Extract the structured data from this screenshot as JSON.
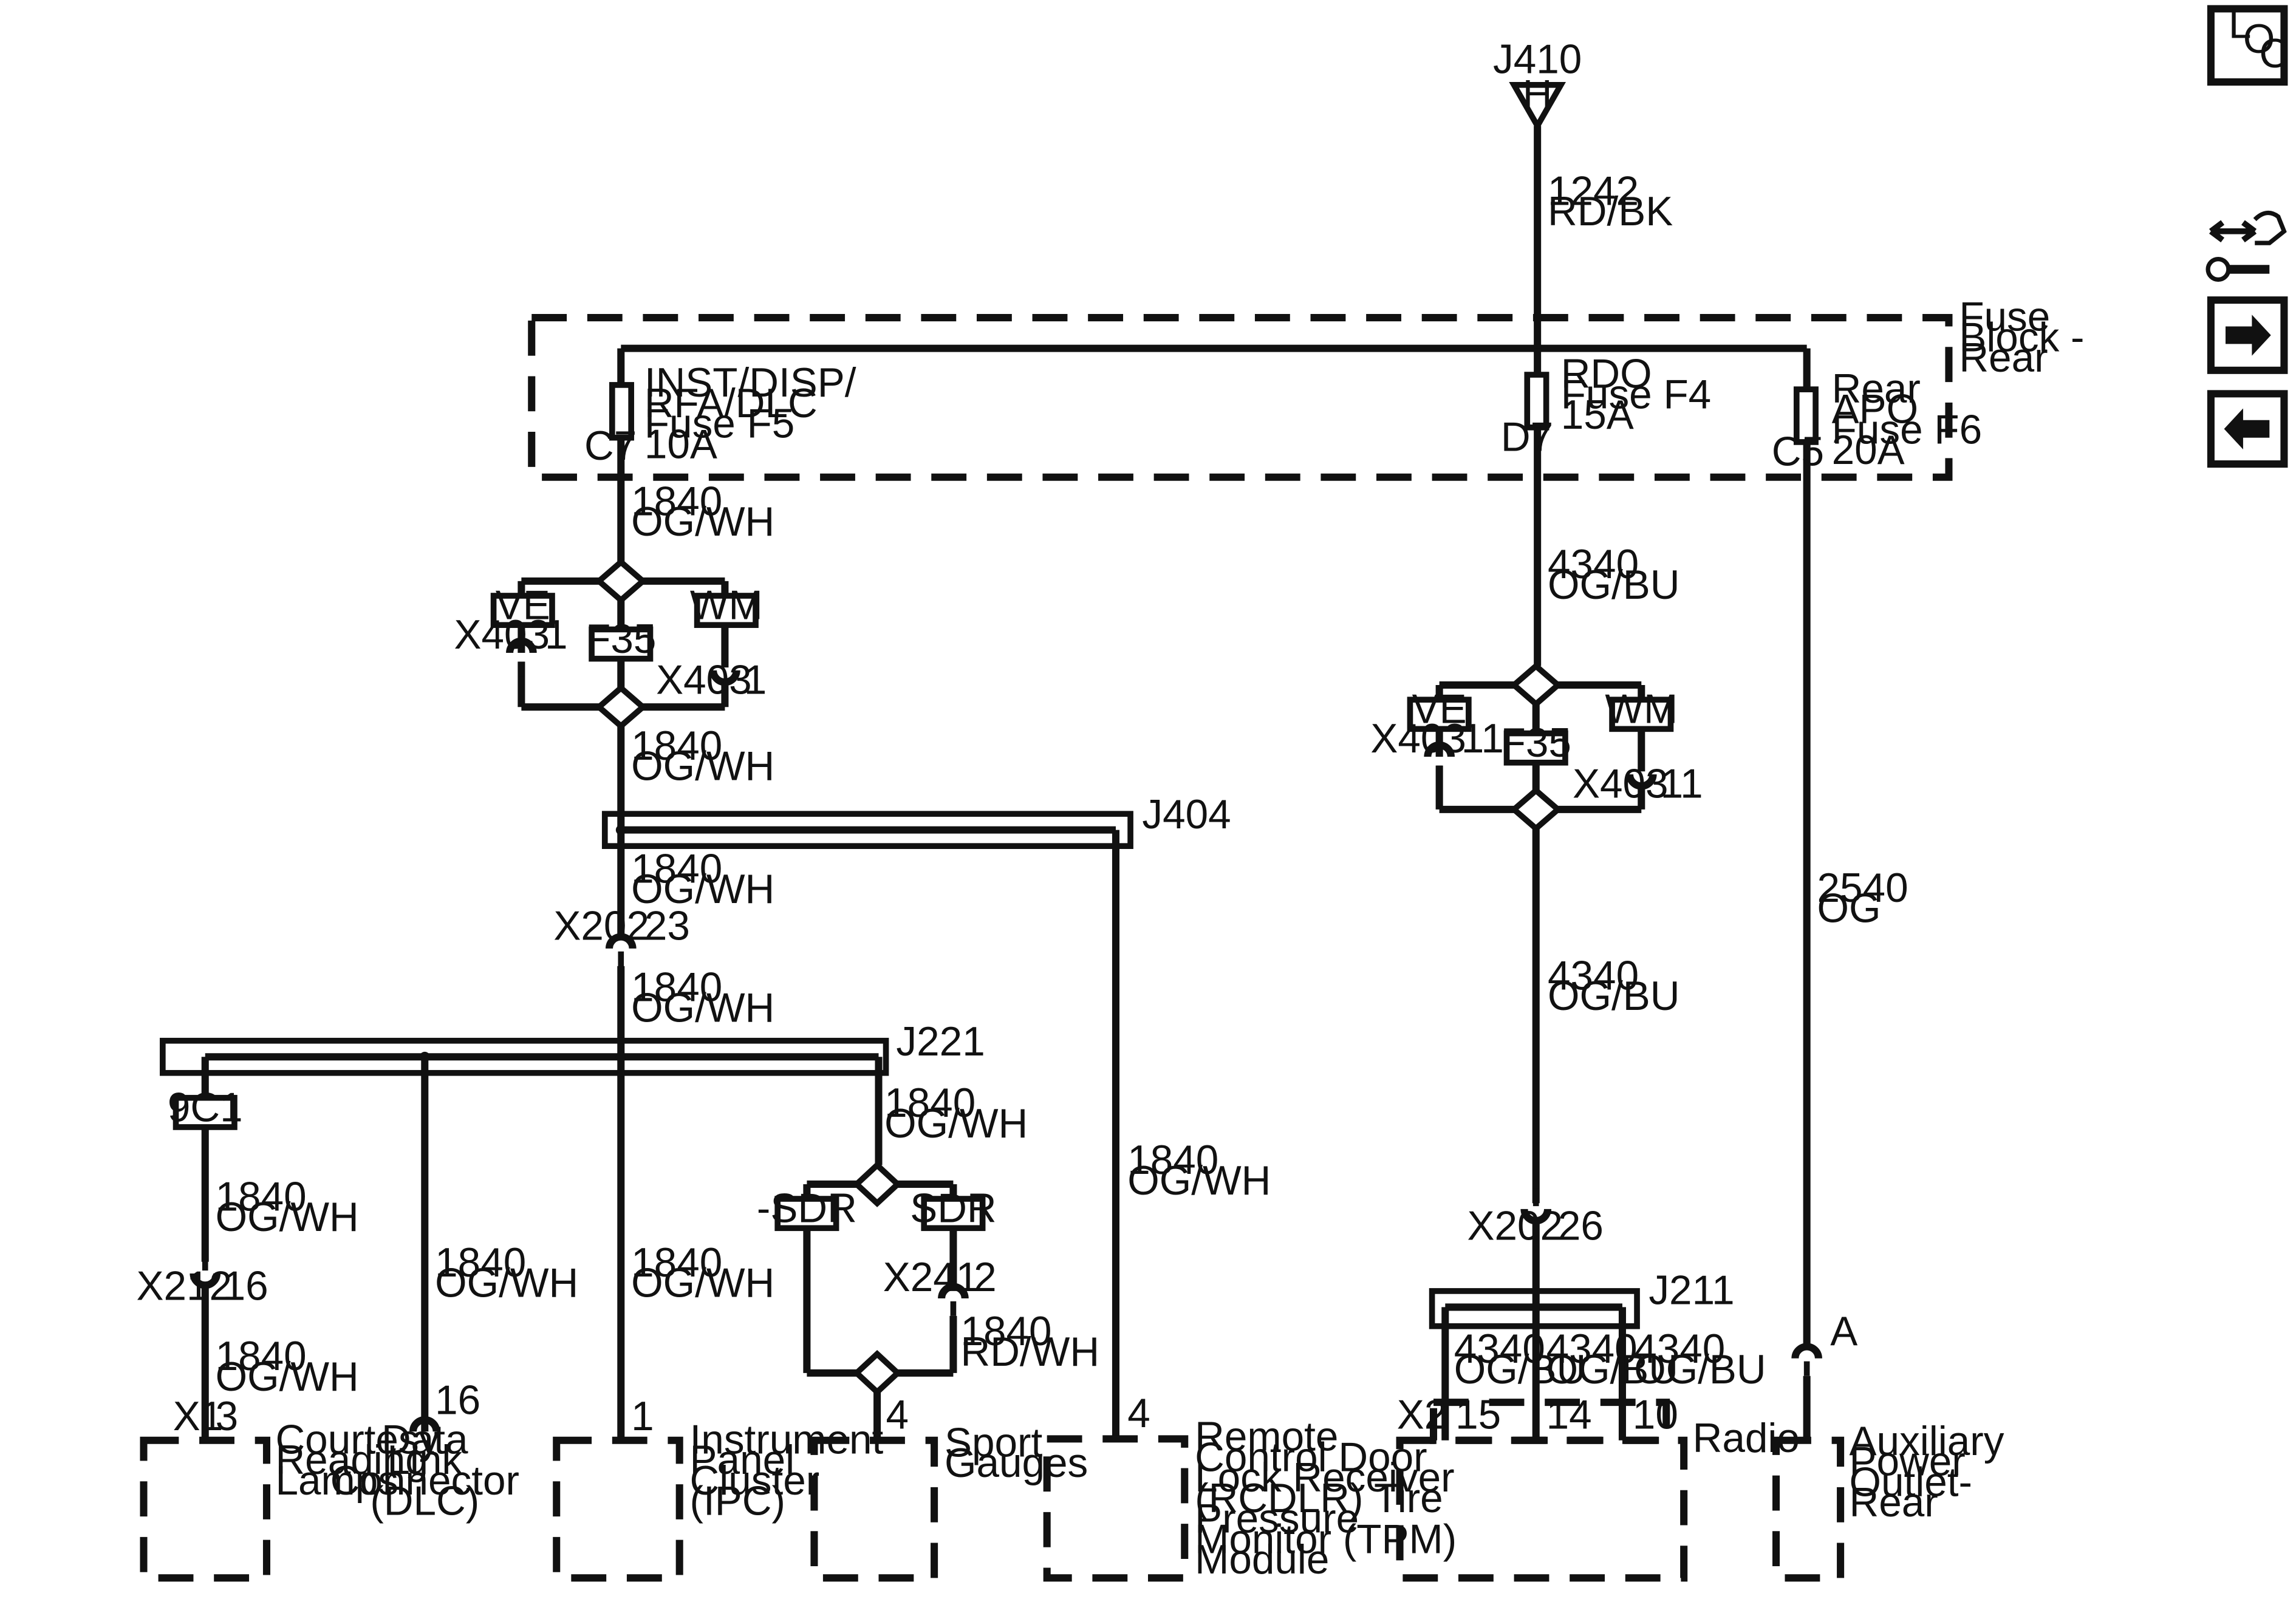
{
  "top_connector": {
    "id": "J410",
    "pin": "H"
  },
  "feed_wire": {
    "circuit": "1242",
    "color": "RD/BK"
  },
  "fuse_block": {
    "label_1": "Fuse",
    "label_2": "Block -",
    "label_3": "Rear",
    "fuses": [
      {
        "lines": [
          "INST/DISP/",
          "RFA/DLC",
          "Fuse F5",
          "10A"
        ],
        "terminal": "C7"
      },
      {
        "lines": [
          "RDO",
          "Fuse F4",
          "15A"
        ],
        "terminal": "D7"
      },
      {
        "lines": [
          "Rear",
          "APO",
          "Fuse F6",
          "20A"
        ],
        "terminal": "C5"
      }
    ]
  },
  "options": {
    "ve": "VE",
    "wm": "WM",
    "f35": "F35",
    "sdr": "SDR",
    "neg_sdr": "-SDR",
    "c9c1": "9C1"
  },
  "wires": {
    "og_wh_circuit": "1840",
    "og_wh_color": "OG/WH",
    "og_bu_circuit": "4340",
    "og_bu_color": "OG/BU",
    "rd_wh_circuit": "1840",
    "rd_wh_color": "RD/WH",
    "og_circuit": "2540",
    "og_color": "OG"
  },
  "connectors": {
    "x403": "X403",
    "x403_pin_a": "1",
    "x403_pin_b": "11",
    "x202": "X202",
    "x202_pin_a": "23",
    "x202_pin_b": "26",
    "x212": "X212",
    "x212_pin": "16",
    "x241": "X241",
    "x241_pin": "2",
    "aux_pin": "A",
    "x1": "X1",
    "x2": "X2"
  },
  "splices": {
    "j404": "J404",
    "j221": "J221",
    "j211": "J211"
  },
  "components": {
    "courtesy": {
      "pin": "3",
      "lines": [
        "Courtesy",
        "Reading",
        "Lamps"
      ]
    },
    "dlc": {
      "pin": "16",
      "lines": [
        "Data",
        "Link",
        "Connector",
        "(DLC)"
      ]
    },
    "ipc": {
      "pin": "1",
      "lines": [
        "Instrument",
        "Panel",
        "Cluster",
        "(IPC)"
      ]
    },
    "gauges": {
      "pin": "4",
      "lines": [
        "Sport",
        "Gauges"
      ]
    },
    "rcdlr": {
      "pin": "4",
      "lines": [
        "Remote",
        "Control Door",
        "Lock Receiver",
        "(RCDLR) Tire",
        "Pressure",
        "Monitor (TPM)",
        "Module"
      ]
    },
    "radio": {
      "label": "Radio",
      "pins": [
        "15",
        "14",
        "10"
      ]
    },
    "aux": {
      "lines": [
        "Auxiliary",
        "Power",
        "Outlet-",
        "Rear"
      ]
    }
  },
  "side_nav": {
    "loc_letters": [
      "L",
      "O",
      "C"
    ],
    "items": [
      "loc-icon",
      "connector-tool-icon",
      "forward-arrow-icon",
      "back-arrow-icon"
    ]
  }
}
